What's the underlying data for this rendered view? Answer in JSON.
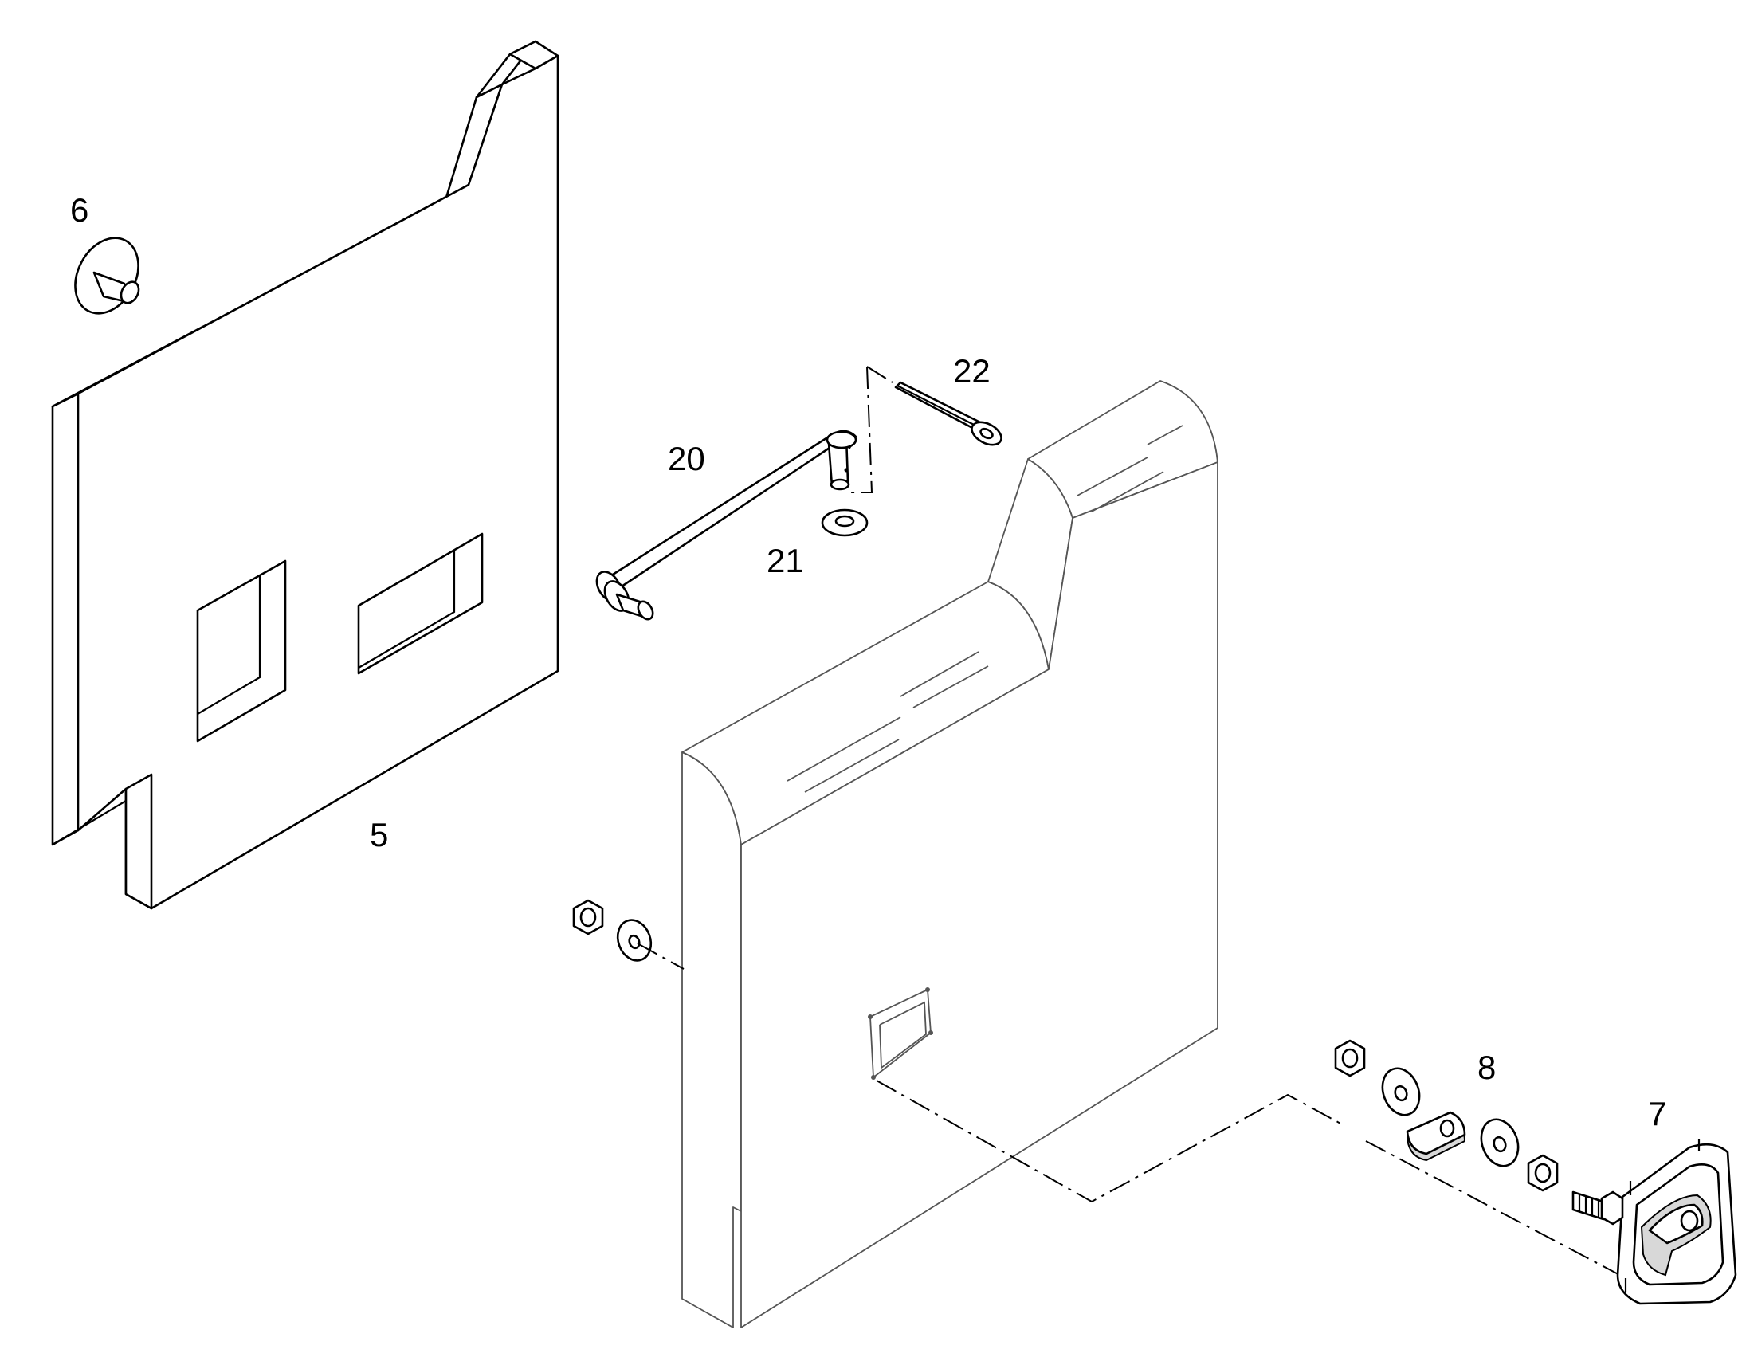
{
  "diagram": {
    "callouts": {
      "part_5": "5",
      "part_6": "6",
      "part_7": "7",
      "part_8": "8",
      "part_20": "20",
      "part_21": "21",
      "part_22": "22"
    }
  }
}
